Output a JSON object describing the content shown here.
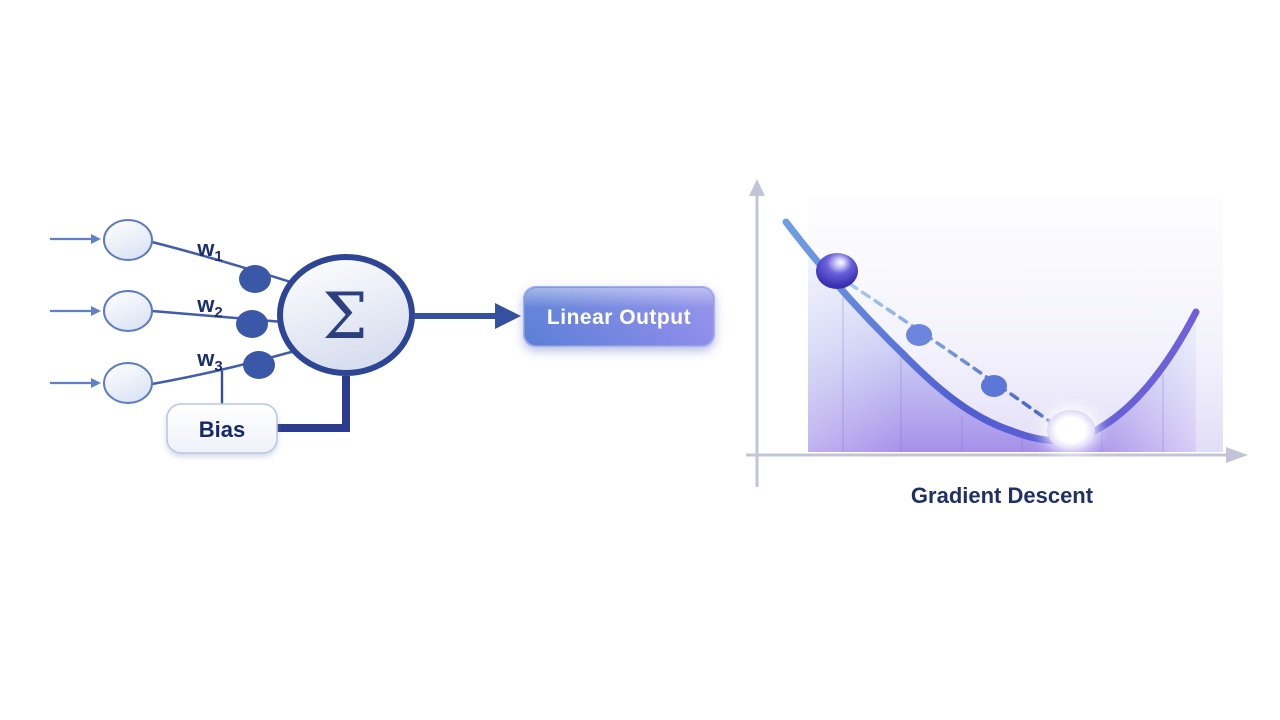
{
  "canvas": {
    "background": "#ffffff"
  },
  "perceptron": {
    "weights": [
      {
        "base": "w",
        "sub": "1"
      },
      {
        "base": "w",
        "sub": "2"
      },
      {
        "base": "w",
        "sub": "3"
      }
    ],
    "sum_symbol": "Σ",
    "bias_label": "Bias",
    "output_label": "Linear Output"
  },
  "chart_data": {
    "type": "line",
    "title": "Gradient Descent",
    "xlabel": "",
    "ylabel": "",
    "axes_labeled": false,
    "grid": false,
    "legend": false,
    "description": "Convex loss curve (blue fading to purple) with shaded area beneath; a dashed trajectory of descent steps rolls from upper-left down to the minimum.",
    "descent_points": [
      {
        "step": 1,
        "marker": "large dark indigo sphere",
        "position": "upper-left on curve"
      },
      {
        "step": 2,
        "marker": "small blue dot",
        "position": "mid-slope"
      },
      {
        "step": 3,
        "marker": "small blue dot",
        "position": "lower slope"
      },
      {
        "step": 4,
        "marker": "glowing white sphere",
        "position": "minimum of curve"
      }
    ]
  },
  "colors": {
    "diagram_line": "#3f5caa",
    "dark_navy": "#1d2f6e",
    "sigma_border": "#2e4596",
    "bias_feed": "#2b3b8e",
    "output_gradient_left": "#5a7ed6",
    "output_gradient_right": "#8f8dea",
    "curve_blue": "#6fa0e2",
    "curve_purple": "#7160da",
    "area_purple": "#a48ee9",
    "axis_gray": "#c4c4d8",
    "title_navy": "#203068"
  }
}
